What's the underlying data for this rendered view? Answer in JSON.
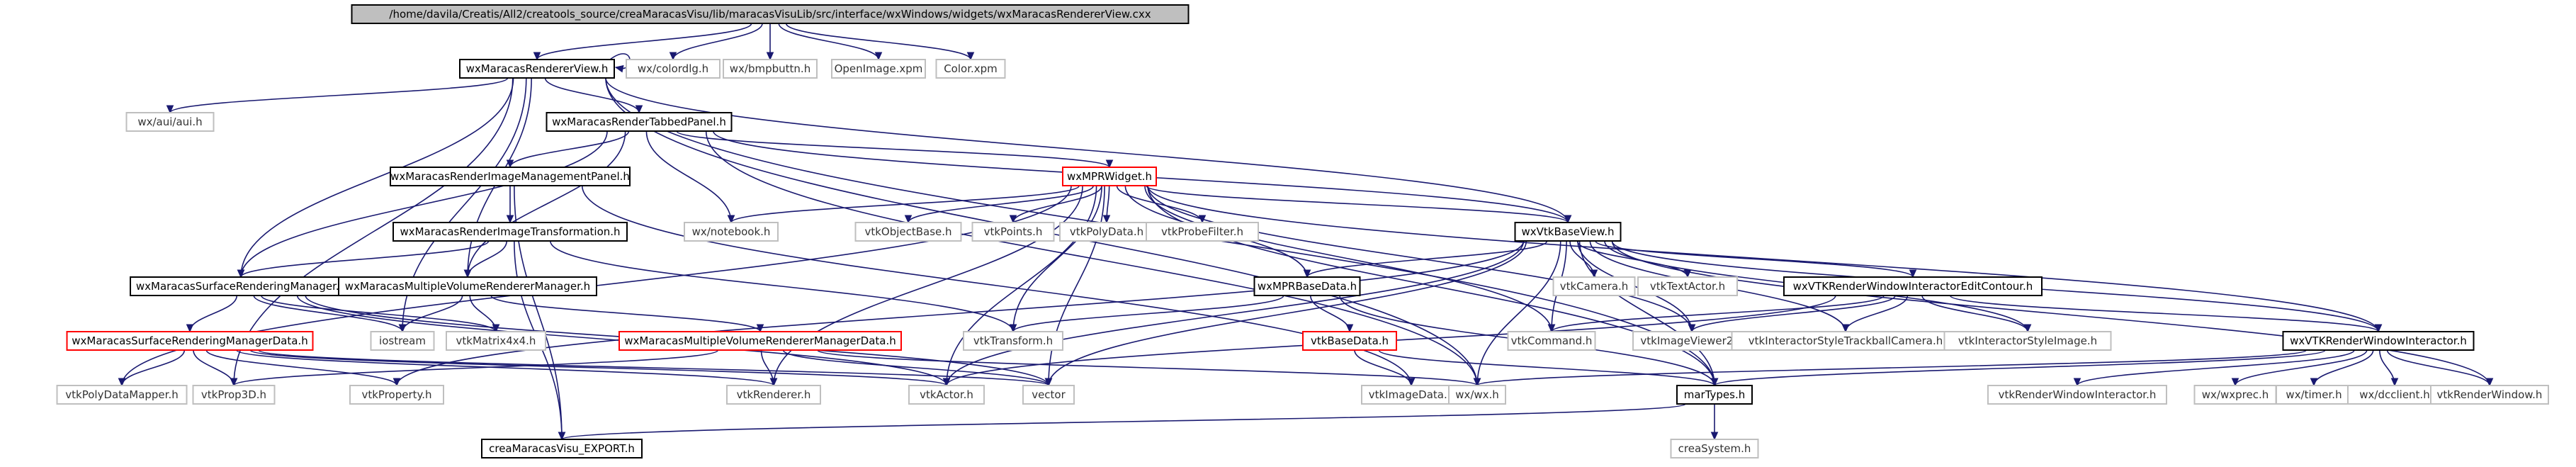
{
  "diagram": {
    "colors": {
      "edge": "#191970",
      "root_fill": "#bfbfbf",
      "node_border": "#000000",
      "node_fill": "#ffffff",
      "external_border": "#bfbfbf",
      "truncated_border": "#ff0000",
      "external_text": "#333333",
      "text": "#000000"
    },
    "nodes": [
      {
        "id": "root",
        "label": "/home/davila/Creatis/All2/creatools_source/creaMaracasVisu/lib/maracasVisuLib/src/interface/wxWindows/widgets/wxMaracasRendererView.cxx",
        "style": "root"
      },
      {
        "id": "rv",
        "label": "wxMaracasRendererView.h",
        "style": "doc"
      },
      {
        "id": "colordlg",
        "label": "wx/colordlg.h",
        "style": "ext"
      },
      {
        "id": "bmpbuttn",
        "label": "wx/bmpbuttn.h",
        "style": "ext"
      },
      {
        "id": "openimage",
        "label": "OpenImage.xpm",
        "style": "ext"
      },
      {
        "id": "colorxpm",
        "label": "Color.xpm",
        "style": "ext"
      },
      {
        "id": "aui",
        "label": "wx/aui/aui.h",
        "style": "ext"
      },
      {
        "id": "rtp",
        "label": "wxMaracasRenderTabbedPanel.h",
        "style": "doc"
      },
      {
        "id": "rimp",
        "label": "wxMaracasRenderImageManagementPanel.h",
        "style": "doc"
      },
      {
        "id": "mpr",
        "label": "wxMPRWidget.h",
        "style": "trunc"
      },
      {
        "id": "notebook",
        "label": "wx/notebook.h",
        "style": "ext"
      },
      {
        "id": "objbase",
        "label": "vtkObjectBase.h",
        "style": "ext"
      },
      {
        "id": "points",
        "label": "vtkPoints.h",
        "style": "ext"
      },
      {
        "id": "polydata",
        "label": "vtkPolyData.h",
        "style": "ext"
      },
      {
        "id": "probe",
        "label": "vtkProbeFilter.h",
        "style": "ext"
      },
      {
        "id": "vbv",
        "label": "wxVtkBaseView.h",
        "style": "doc"
      },
      {
        "id": "rit",
        "label": "wxMaracasRenderImageTransformation.h",
        "style": "doc"
      },
      {
        "id": "srm",
        "label": "wxMaracasSurfaceRenderingManager.h",
        "style": "doc"
      },
      {
        "id": "mvrm",
        "label": "wxMaracasMultipleVolumeRendererManager.h",
        "style": "doc"
      },
      {
        "id": "camera",
        "label": "vtkCamera.h",
        "style": "ext"
      },
      {
        "id": "textactor",
        "label": "vtkTextActor.h",
        "style": "ext"
      },
      {
        "id": "rwiec",
        "label": "wxVTKRenderWindowInteractorEditContour.h",
        "style": "doc"
      },
      {
        "id": "mprbase",
        "label": "wxMPRBaseData.h",
        "style": "doc"
      },
      {
        "id": "iostream",
        "label": "iostream",
        "style": "ext"
      },
      {
        "id": "matrix",
        "label": "vtkMatrix4x4.h",
        "style": "ext"
      },
      {
        "id": "srmd",
        "label": "wxMaracasSurfaceRenderingManagerData.h",
        "style": "trunc"
      },
      {
        "id": "mvrmd",
        "label": "wxMaracasMultipleVolumeRendererManagerData.h",
        "style": "trunc"
      },
      {
        "id": "transform",
        "label": "vtkTransform.h",
        "style": "ext"
      },
      {
        "id": "basedata",
        "label": "vtkBaseData.h",
        "style": "trunc"
      },
      {
        "id": "command",
        "label": "vtkCommand.h",
        "style": "ext"
      },
      {
        "id": "iv2",
        "label": "vtkImageViewer2.h",
        "style": "ext"
      },
      {
        "id": "istc",
        "label": "vtkInteractorStyleTrackballCamera.h",
        "style": "ext"
      },
      {
        "id": "isi",
        "label": "vtkInteractorStyleImage.h",
        "style": "ext"
      },
      {
        "id": "rwi",
        "label": "wxVTKRenderWindowInteractor.h",
        "style": "doc"
      },
      {
        "id": "pdmapper",
        "label": "vtkPolyDataMapper.h",
        "style": "ext"
      },
      {
        "id": "prop3d",
        "label": "vtkProp3D.h",
        "style": "ext"
      },
      {
        "id": "property",
        "label": "vtkProperty.h",
        "style": "ext"
      },
      {
        "id": "renderer",
        "label": "vtkRenderer.h",
        "style": "ext"
      },
      {
        "id": "actor",
        "label": "vtkActor.h",
        "style": "ext"
      },
      {
        "id": "vector",
        "label": "vector",
        "style": "ext"
      },
      {
        "id": "imagedata",
        "label": "vtkImageData.h",
        "style": "ext"
      },
      {
        "id": "wxh",
        "label": "wx/wx.h",
        "style": "ext"
      },
      {
        "id": "martypes",
        "label": "marTypes.h",
        "style": "doc"
      },
      {
        "id": "rwinter",
        "label": "vtkRenderWindowInteractor.h",
        "style": "ext"
      },
      {
        "id": "wxprec",
        "label": "wx/wxprec.h",
        "style": "ext"
      },
      {
        "id": "timer",
        "label": "wx/timer.h",
        "style": "ext"
      },
      {
        "id": "dcclient",
        "label": "wx/dcclient.h",
        "style": "ext"
      },
      {
        "id": "renderwindow",
        "label": "vtkRenderWindow.h",
        "style": "ext"
      },
      {
        "id": "export",
        "label": "creaMaracasVisu_EXPORT.h",
        "style": "doc"
      },
      {
        "id": "creasystem",
        "label": "creaSystem.h",
        "style": "ext"
      }
    ],
    "edges": [
      [
        "root",
        "rv"
      ],
      [
        "root",
        "colordlg"
      ],
      [
        "root",
        "bmpbuttn"
      ],
      [
        "root",
        "openimage"
      ],
      [
        "root",
        "colorxpm"
      ],
      [
        "rv",
        "rv"
      ],
      [
        "rv",
        "aui"
      ],
      [
        "rv",
        "rtp"
      ],
      [
        "rv",
        "srm"
      ],
      [
        "rv",
        "mvrm"
      ],
      [
        "rv",
        "vbv"
      ],
      [
        "rv",
        "iostream"
      ],
      [
        "rv",
        "prop3d"
      ],
      [
        "rv",
        "martypes"
      ],
      [
        "rv",
        "wxh"
      ],
      [
        "rtp",
        "rimp"
      ],
      [
        "rtp",
        "mpr"
      ],
      [
        "rtp",
        "notebook"
      ],
      [
        "rtp",
        "srm"
      ],
      [
        "rtp",
        "mvrm"
      ],
      [
        "rtp",
        "vbv"
      ],
      [
        "rtp",
        "wxh"
      ],
      [
        "rimp",
        "rit"
      ],
      [
        "rimp",
        "export"
      ],
      [
        "rimp",
        "imagedata"
      ],
      [
        "rit",
        "srm"
      ],
      [
        "rit",
        "mvrm"
      ],
      [
        "rit",
        "export"
      ],
      [
        "rit",
        "transform"
      ],
      [
        "mpr",
        "notebook"
      ],
      [
        "mpr",
        "objbase"
      ],
      [
        "mpr",
        "points"
      ],
      [
        "mpr",
        "polydata"
      ],
      [
        "mpr",
        "probe"
      ],
      [
        "mpr",
        "vbv"
      ],
      [
        "mpr",
        "mprbase"
      ],
      [
        "mpr",
        "command"
      ],
      [
        "mpr",
        "iv2"
      ],
      [
        "mpr",
        "transform"
      ],
      [
        "mpr",
        "actor"
      ],
      [
        "mpr",
        "renderer"
      ],
      [
        "mpr",
        "vector"
      ],
      [
        "mpr",
        "rwi"
      ],
      [
        "mpr",
        "martypes"
      ],
      [
        "mpr",
        "pdmapper"
      ],
      [
        "vbv",
        "camera"
      ],
      [
        "vbv",
        "textactor"
      ],
      [
        "vbv",
        "rwiec"
      ],
      [
        "vbv",
        "mprbase"
      ],
      [
        "vbv",
        "rwi"
      ],
      [
        "vbv",
        "iv2"
      ],
      [
        "vbv",
        "isi"
      ],
      [
        "vbv",
        "istc"
      ],
      [
        "vbv",
        "command"
      ],
      [
        "vbv",
        "vector"
      ],
      [
        "vbv",
        "wxh"
      ],
      [
        "vbv",
        "martypes"
      ],
      [
        "vbv",
        "renderwindow"
      ],
      [
        "vbv",
        "actor"
      ],
      [
        "vbv",
        "property"
      ],
      [
        "srm",
        "srmd"
      ],
      [
        "srm",
        "iostream"
      ],
      [
        "srm",
        "matrix"
      ],
      [
        "srm",
        "actor"
      ],
      [
        "srm",
        "vector"
      ],
      [
        "mvrm",
        "mvrmd"
      ],
      [
        "mvrm",
        "iostream"
      ],
      [
        "mvrm",
        "matrix"
      ],
      [
        "srmd",
        "pdmapper"
      ],
      [
        "srmd",
        "prop3d"
      ],
      [
        "srmd",
        "property"
      ],
      [
        "srmd",
        "renderer"
      ],
      [
        "srmd",
        "actor"
      ],
      [
        "srmd",
        "vector"
      ],
      [
        "mvrmd",
        "renderer"
      ],
      [
        "mvrmd",
        "vector"
      ],
      [
        "mvrmd",
        "prop3d"
      ],
      [
        "mvrmd",
        "wxh"
      ],
      [
        "mprbase",
        "basedata"
      ],
      [
        "mprbase",
        "transform"
      ],
      [
        "mprbase",
        "martypes"
      ],
      [
        "basedata",
        "imagedata"
      ],
      [
        "basedata",
        "martypes"
      ],
      [
        "rwiec",
        "command"
      ],
      [
        "rwiec",
        "iv2"
      ],
      [
        "rwiec",
        "istc"
      ],
      [
        "rwiec",
        "isi"
      ],
      [
        "rwiec",
        "rwi"
      ],
      [
        "rwiec",
        "actor"
      ],
      [
        "rwi",
        "rwinter"
      ],
      [
        "rwi",
        "wxprec"
      ],
      [
        "rwi",
        "timer"
      ],
      [
        "rwi",
        "dcclient"
      ],
      [
        "rwi",
        "renderwindow"
      ],
      [
        "rwi",
        "martypes"
      ],
      [
        "rwi",
        "wxh"
      ],
      [
        "martypes",
        "export"
      ],
      [
        "martypes",
        "creasystem"
      ]
    ]
  }
}
